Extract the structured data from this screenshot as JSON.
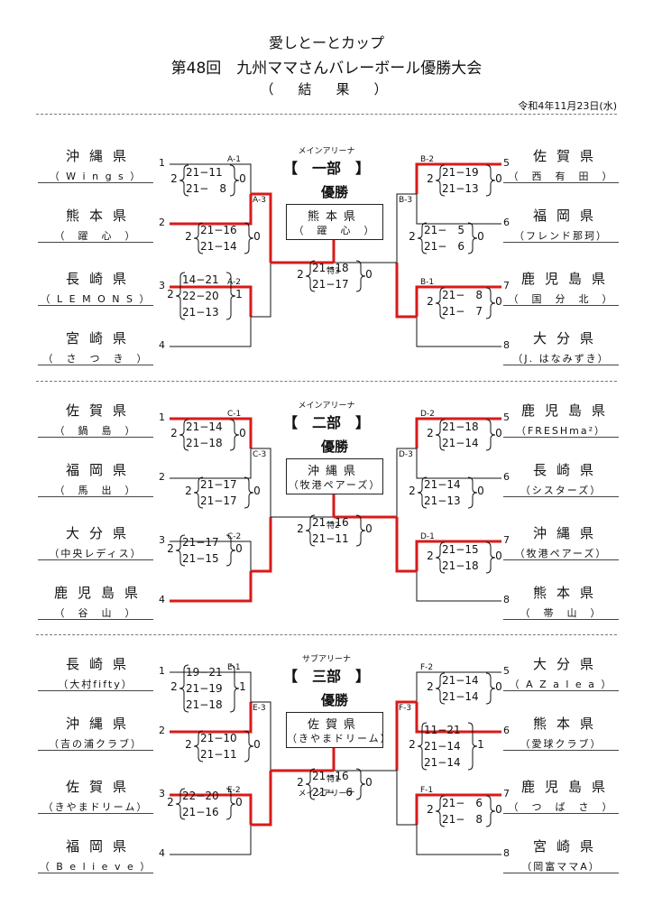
{
  "header": {
    "line1": "愛しとーとカップ",
    "line2": "第48回　九州ママさんバレーボール優勝大会",
    "line3": "（　結　果　）",
    "date": "令和4年11月23日(水)"
  },
  "colors": {
    "win": "#d81a1a",
    "line": "#111111"
  },
  "divisions": [
    {
      "arena": "メインアリーナ",
      "arena2": "",
      "title": "【　一部　】",
      "champion_label": "優勝",
      "champion": {
        "pref": "熊本県",
        "team": "（　躍　心　）"
      },
      "final_label": "特3",
      "teams": [
        {
          "seed": "1",
          "pref": "沖縄県",
          "team": "（ W i n g s ）"
        },
        {
          "seed": "2",
          "pref": "熊本県",
          "team": "（　躍　心　）"
        },
        {
          "seed": "3",
          "pref": "長崎県",
          "team": "（ L E M O N S ）"
        },
        {
          "seed": "4",
          "pref": "宮崎県",
          "team": "（　さ　つ　き　）"
        },
        {
          "seed": "5",
          "pref": "佐賀県",
          "team": "（　西　有　田　）"
        },
        {
          "seed": "6",
          "pref": "福岡県",
          "team": "（フレンド那珂）"
        },
        {
          "seed": "7",
          "pref": "鹿児島県",
          "team": "（　国　分　北　）"
        },
        {
          "seed": "8",
          "pref": "大分県",
          "team": "（J. はなみずき）"
        }
      ],
      "matches": [
        {
          "code": "A-1",
          "wins": "2",
          "losses": "0",
          "sets": [
            "21−11",
            "21−　8"
          ]
        },
        {
          "code": "A-2",
          "wins": "2",
          "losses": "1",
          "sets": [
            "14−21",
            "22−20",
            "21−13"
          ]
        },
        {
          "code": "A-3",
          "wins": "2",
          "losses": "0",
          "sets": [
            "21−16",
            "21−14"
          ]
        },
        {
          "code": "B-2",
          "wins": "2",
          "losses": "0",
          "sets": [
            "21−19",
            "21−13"
          ]
        },
        {
          "code": "B-1",
          "wins": "2",
          "losses": "0",
          "sets": [
            "21−　8",
            "21−　7"
          ]
        },
        {
          "code": "B-3",
          "wins": "2",
          "losses": "0",
          "sets": [
            "21−　5",
            "21−　6"
          ]
        },
        {
          "code": "",
          "wins": "2",
          "losses": "0",
          "sets": [
            "21−18",
            "21−17"
          ]
        }
      ]
    },
    {
      "arena": "メインアリーナ",
      "arena2": "",
      "title": "【　二部　】",
      "champion_label": "優勝",
      "champion": {
        "pref": "沖縄県",
        "team": "（牧港ペアーズ）"
      },
      "final_label": "特2",
      "teams": [
        {
          "seed": "1",
          "pref": "佐賀県",
          "team": "（　鍋　島　）"
        },
        {
          "seed": "2",
          "pref": "福岡県",
          "team": "（　馬　出　）"
        },
        {
          "seed": "3",
          "pref": "大分県",
          "team": "（中央レディス）"
        },
        {
          "seed": "4",
          "pref": "鹿児島県",
          "team": "（　谷　山　）"
        },
        {
          "seed": "5",
          "pref": "鹿児島県",
          "team": "（FRESHma²）"
        },
        {
          "seed": "6",
          "pref": "長崎県",
          "team": "（シスターズ）"
        },
        {
          "seed": "7",
          "pref": "沖縄県",
          "team": "（牧港ペアーズ）"
        },
        {
          "seed": "8",
          "pref": "熊本県",
          "team": "（　帯　山　）"
        }
      ],
      "matches": [
        {
          "code": "C-1",
          "wins": "2",
          "losses": "0",
          "sets": [
            "21−14",
            "21−18"
          ]
        },
        {
          "code": "C-2",
          "wins": "2",
          "losses": "0",
          "sets": [
            "21−17",
            "21−15"
          ]
        },
        {
          "code": "C-3",
          "wins": "2",
          "losses": "0",
          "sets": [
            "21−17",
            "21−17"
          ]
        },
        {
          "code": "D-2",
          "wins": "2",
          "losses": "0",
          "sets": [
            "21−18",
            "21−14"
          ]
        },
        {
          "code": "D-1",
          "wins": "2",
          "losses": "0",
          "sets": [
            "21−15",
            "21−18"
          ]
        },
        {
          "code": "D-3",
          "wins": "2",
          "losses": "0",
          "sets": [
            "21−14",
            "21−13"
          ]
        },
        {
          "code": "",
          "wins": "2",
          "losses": "0",
          "sets": [
            "21−16",
            "21−11"
          ]
        }
      ]
    },
    {
      "arena": "サブアリーナ",
      "arena2": "メインアリーナ",
      "title": "【　三部　】",
      "champion_label": "優勝",
      "champion": {
        "pref": "佐賀県",
        "team": "（きやまドリーム）"
      },
      "final_label": "特1",
      "teams": [
        {
          "seed": "1",
          "pref": "長崎県",
          "team": "（大村fifty）"
        },
        {
          "seed": "2",
          "pref": "沖縄県",
          "team": "（吉の浦クラブ）"
        },
        {
          "seed": "3",
          "pref": "佐賀県",
          "team": "（きやまドリーム）"
        },
        {
          "seed": "4",
          "pref": "福岡県",
          "team": "（ B e l i e v e ）"
        },
        {
          "seed": "5",
          "pref": "大分県",
          "team": "（ A Z a l e a ）"
        },
        {
          "seed": "6",
          "pref": "熊本県",
          "team": "（愛球クラブ）"
        },
        {
          "seed": "7",
          "pref": "鹿児島県",
          "team": "（　つ　ば　さ　）"
        },
        {
          "seed": "8",
          "pref": "宮崎県",
          "team": "（岡富ママA）"
        }
      ],
      "matches": [
        {
          "code": "E-1",
          "wins": "2",
          "losses": "1",
          "sets": [
            "19−21",
            "21−19",
            "21−18"
          ]
        },
        {
          "code": "E-2",
          "wins": "2",
          "losses": "0",
          "sets": [
            "22−20",
            "21−16"
          ]
        },
        {
          "code": "E-3",
          "wins": "2",
          "losses": "0",
          "sets": [
            "21−10",
            "21−11"
          ]
        },
        {
          "code": "F-2",
          "wins": "2",
          "losses": "0",
          "sets": [
            "21−14",
            "21−14"
          ]
        },
        {
          "code": "F-1",
          "wins": "2",
          "losses": "0",
          "sets": [
            "21−　6",
            "21−　8"
          ]
        },
        {
          "code": "F-3",
          "wins": "2",
          "losses": "1",
          "sets": [
            "11−21",
            "21−14",
            "21−14"
          ]
        },
        {
          "code": "",
          "wins": "2",
          "losses": "0",
          "sets": [
            "21−16",
            "21−　6"
          ]
        }
      ]
    }
  ]
}
